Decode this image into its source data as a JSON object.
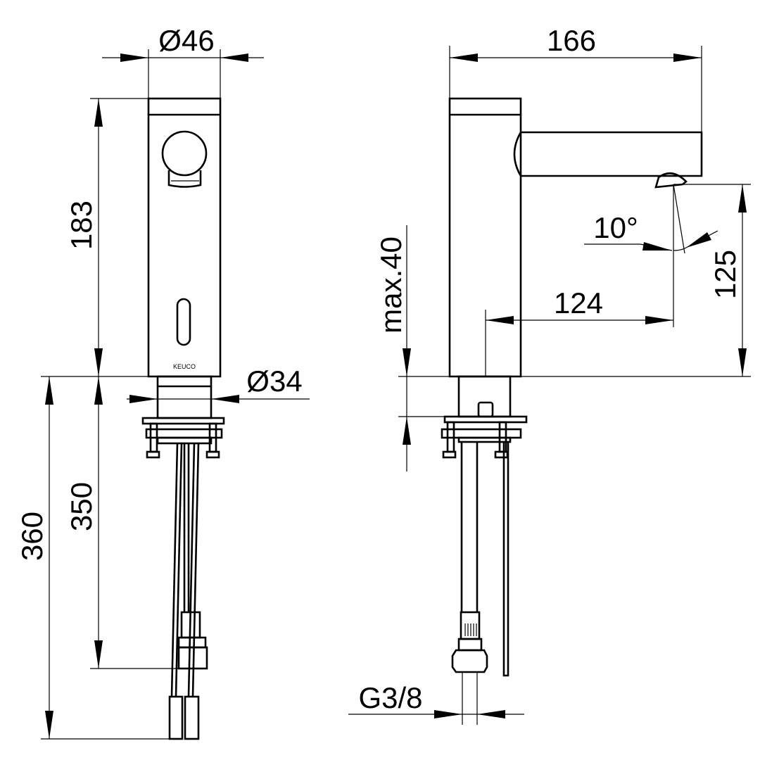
{
  "drawing": {
    "brand_logo": "KEUCO",
    "front_view": {
      "diameter_top": "Ø46",
      "height_body": "183",
      "diameter_neck": "Ø34",
      "length_hose_inner": "350",
      "length_hose_total": "360"
    },
    "side_view": {
      "projection": "166",
      "spout_angle": "10°",
      "max_countertop": "max.40",
      "spout_reach": "124",
      "spout_height": "125",
      "connection_thread": "G3/8"
    },
    "colors": {
      "line": "#000000",
      "background": "#ffffff"
    }
  }
}
